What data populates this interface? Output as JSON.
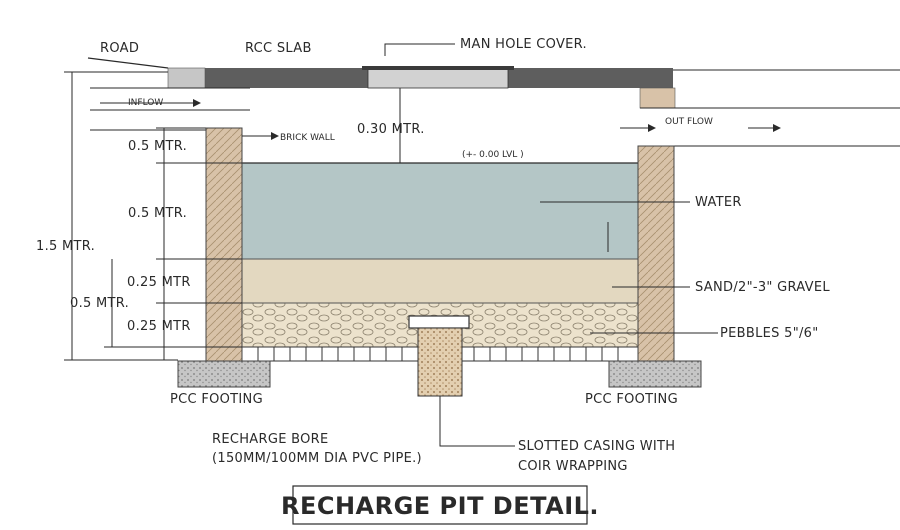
{
  "title": "RECHARGE PIT DETAIL.",
  "labels": {
    "road": "ROAD",
    "rcc_slab": "RCC SLAB",
    "manhole_cover": "MAN HOLE COVER.",
    "inflow": "INFLOW",
    "outflow": "OUT FLOW",
    "brick_wall": "BRICK WALL",
    "level": "(+- 0.00 LVL )",
    "water": "WATER",
    "sand_gravel": "SAND/2\"-3\" GRAVEL",
    "pebbles": "PEBBLES 5\"/6\"",
    "pcc_footing_left": "PCC FOOTING",
    "pcc_footing_right": "PCC FOOTING",
    "recharge_bore_1": "RECHARGE BORE",
    "recharge_bore_2": "(150MM/100MM  DIA PVC PIPE.)",
    "slotted_casing_1": "SLOTTED CASING WITH",
    "slotted_casing_2": "COIR WRAPPING"
  },
  "dimensions": {
    "d_030": "0.30 MTR.",
    "d_05_top": "0.5 MTR.",
    "d_05_mid": "0.5 MTR.",
    "d_15": "1.5 MTR.",
    "d_025_top": "0.25 MTR",
    "d_05_low": "0.5 MTR.",
    "d_025_bot": "0.25 MTR"
  },
  "colors": {
    "water": "#b4c6c6",
    "sand": "#e3d8c0",
    "pebbles": "#ece2cc",
    "brick": "#d8c2a8",
    "slab": "#5e5e5e",
    "footing": "#c6c6c6",
    "line": "#2a2a2a"
  }
}
